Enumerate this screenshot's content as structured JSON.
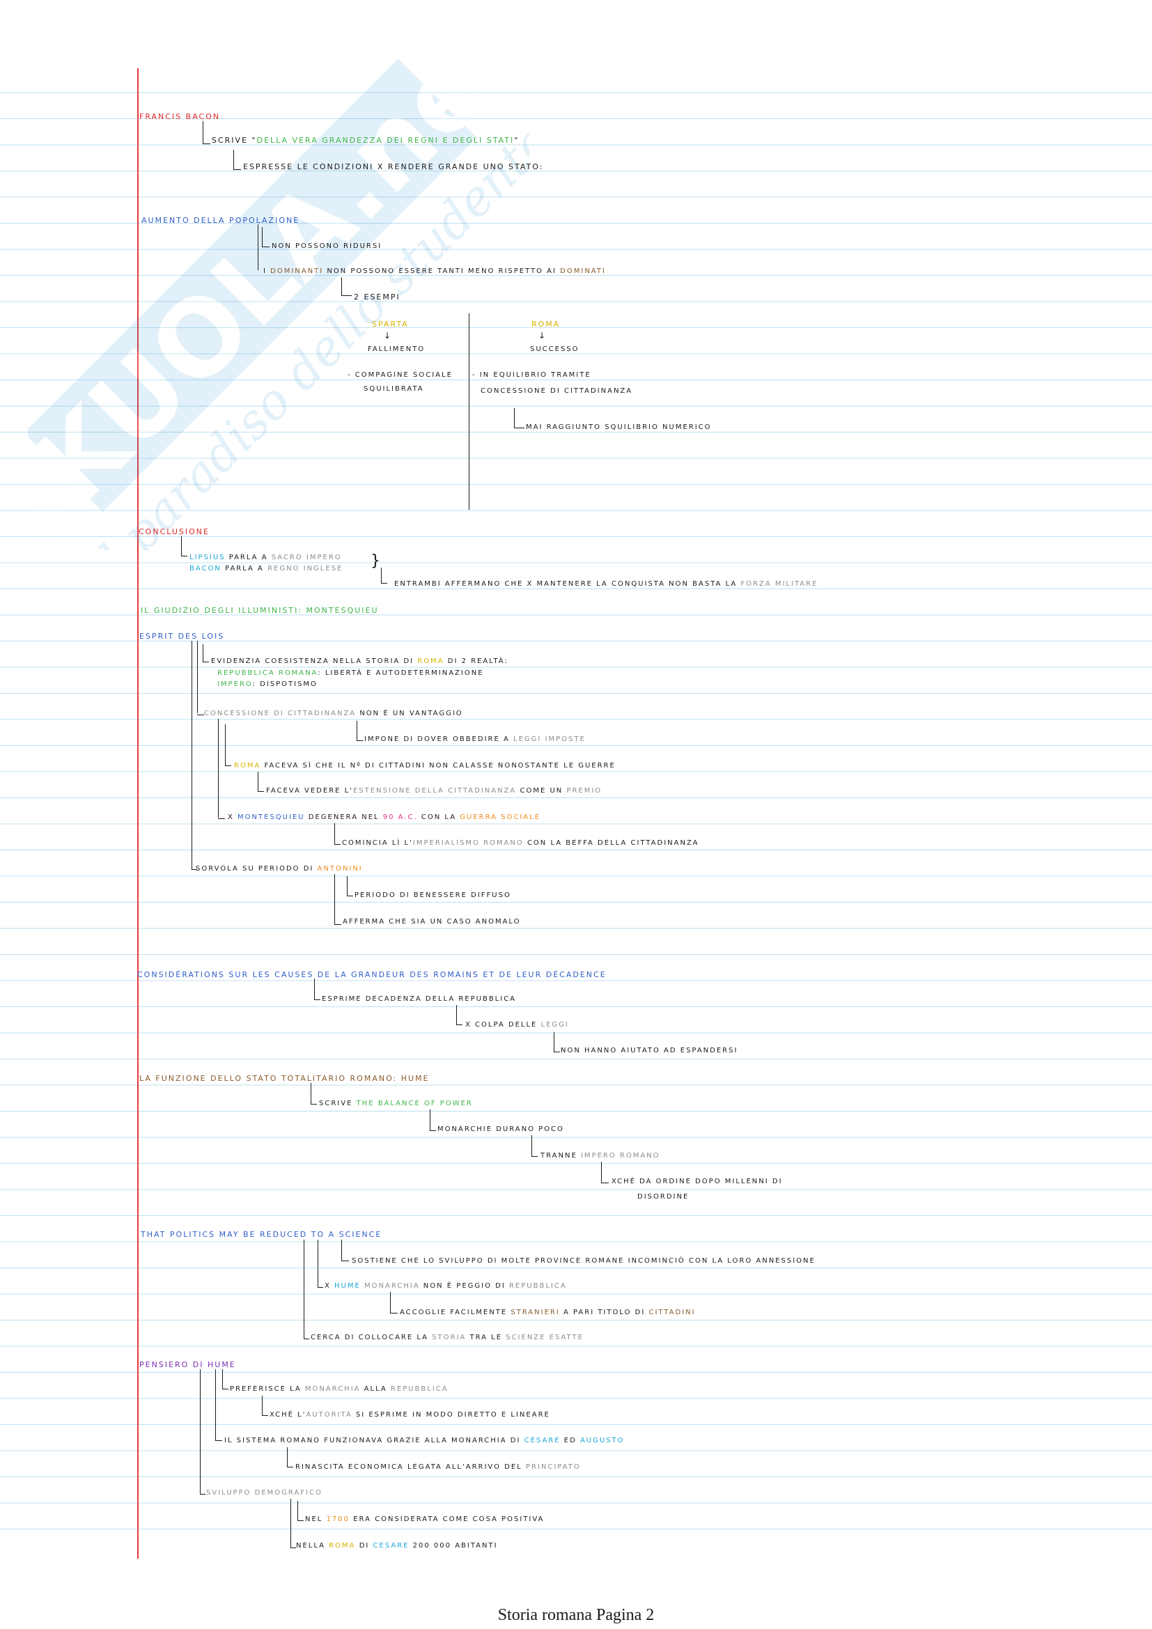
{
  "footer": {
    "page_label": "Storia romana Pagina 2"
  },
  "watermark": {
    "logo_text": "SKUOLA.net",
    "slogan": "il paradiso dello studente"
  },
  "colors": {
    "margin": "#e53a3a",
    "rule": "#bfe0f2",
    "red": "#e0282b",
    "blue": "#2f5ec6",
    "cyan": "#19a6d6",
    "green": "#3eb54a",
    "yellow": "#d6b400",
    "orange": "#f08a1c",
    "pink": "#e0328a",
    "gray": "#8c8c8c",
    "brown": "#8a5a2b",
    "purple": "#7b2fb0"
  },
  "notes": {
    "bacon": {
      "title": "Francis Bacon",
      "l1a": "scrive \"",
      "l1b": "Della vera grandezza dei regni e degli stati",
      "l1c": "\"",
      "l2": "espresse le condizioni x rendere grande uno stato:"
    },
    "popolazione": {
      "title": "Aumento della popolazione",
      "l1": "non possono ridursi",
      "l2a": "i",
      "l2b": "dominanti",
      "l2c": "non possono essere tanti meno rispetto ai",
      "l2d": "dominati",
      "l3": "2 esempi",
      "sparta": "Sparta",
      "fallimento": "fallimento",
      "sparta_1": "- compagine sociale",
      "sparta_2": "squilibrata",
      "roma": "Roma",
      "successo": "successo",
      "roma_1": "- in equilibrio tramite",
      "roma_2": "concessione di cittadinanza",
      "roma_3": "mai raggiunto squilibrio numerico"
    },
    "conclusione": {
      "title": "Conclusione",
      "l1a": "Lipsius",
      "l1b": "parla a",
      "l1c": "sacro impero",
      "l2a": "Bacon",
      "l2b": "parla a",
      "l2c": "regno inglese",
      "l3a": "entrambi affermano che x mantenere la conquista non basta la",
      "l3b": "forza militare"
    },
    "illuministi": {
      "title": "Il giudizio degli illuministi: Montesquieu"
    },
    "esprit": {
      "title": "Esprit des lois",
      "l1a": "evidenzia coesistenza nella storia di",
      "l1b": "Roma",
      "l1c": "di 2 realtà:",
      "l2a": "Repubblica romana",
      "l2b": ": libertà e autodeterminazione",
      "l3a": "impero",
      "l3b": ": dispotismo",
      "l4a": "concessione di cittadinanza",
      "l4b": "non è un vantaggio",
      "l5a": "impone di dover obbedire a",
      "l5b": "leggi imposte",
      "l6a": "Roma",
      "l6b": "faceva sì che il nº di cittadini non calasse nonostante le guerre",
      "l7a": "faceva vedere l'",
      "l7b": "estensione della cittadinanza",
      "l7c": "come un",
      "l7d": "premio",
      "l8a": "x",
      "l8b": "Montesquieu",
      "l8c": "degenera nel",
      "l8d": "90 a.C.",
      "l8e": "con la",
      "l8f": "guerra sociale",
      "l9a": "comincia lì l'",
      "l9b": "imperialismo romano",
      "l9c": "con la beffa della cittadinanza",
      "l10a": "sorvola su periodo di",
      "l10b": "Antonini",
      "l11": "periodo di benessere diffuso",
      "l12": "afferma che sia un caso anomalo"
    },
    "considerations": {
      "title": "Considérations sur les causes de la grandeur des romains et de leur décadence",
      "l1": "esprime decadenza della repubblica",
      "l2a": "x colpa delle",
      "l2b": "leggi",
      "l3": "non hanno aiutato ad espandersi"
    },
    "hume": {
      "title": "La funzione dello stato totalitario romano: Hume",
      "l1a": "scrive",
      "l1b": "The balance of power",
      "l2": "monarchie durano poco",
      "l3a": "tranne",
      "l3b": "impero romano",
      "l4": "xché da ordine dopo millenni di",
      "l5": "disordine"
    },
    "science": {
      "title": "That politics may be reduced to a science",
      "l1": "sostiene che lo sviluppo di molte province romane incominciò con la loro annessione",
      "l2a": "x",
      "l2b": "Hume",
      "l2c": "monarchia",
      "l2d": "non è peggio di",
      "l2e": "repubblica",
      "l3a": "accoglie facilmente",
      "l3b": "stranieri",
      "l3c": "a pari titolo di",
      "l3d": "cittadini",
      "l4a": "cerca di collocare la",
      "l4b": "storia",
      "l4c": "tra le",
      "l4d": "scienze esatte"
    },
    "pensiero": {
      "title": "Pensiero di Hume",
      "l1a": "preferisce la",
      "l1b": "monarchia",
      "l1c": "alla",
      "l1d": "repubblica",
      "l2a": "xché l'",
      "l2b": "autorità",
      "l2c": "si esprime in modo diretto e lineare",
      "l3a": "il sistema romano funzionava grazie alla monarchia di",
      "l3b": "Cesare",
      "l3c": "ed",
      "l3d": "Augusto",
      "l4a": "rinascita economica legata all'arrivo del",
      "l4b": "principato",
      "l5": "sviluppo demografico",
      "l6a": "nel",
      "l6b": "1700",
      "l6c": "era considerata come cosa positiva",
      "l7a": "nella",
      "l7b": "Roma",
      "l7c": "di",
      "l7d": "Cesare",
      "l7e": "200 000 abitanti"
    }
  }
}
